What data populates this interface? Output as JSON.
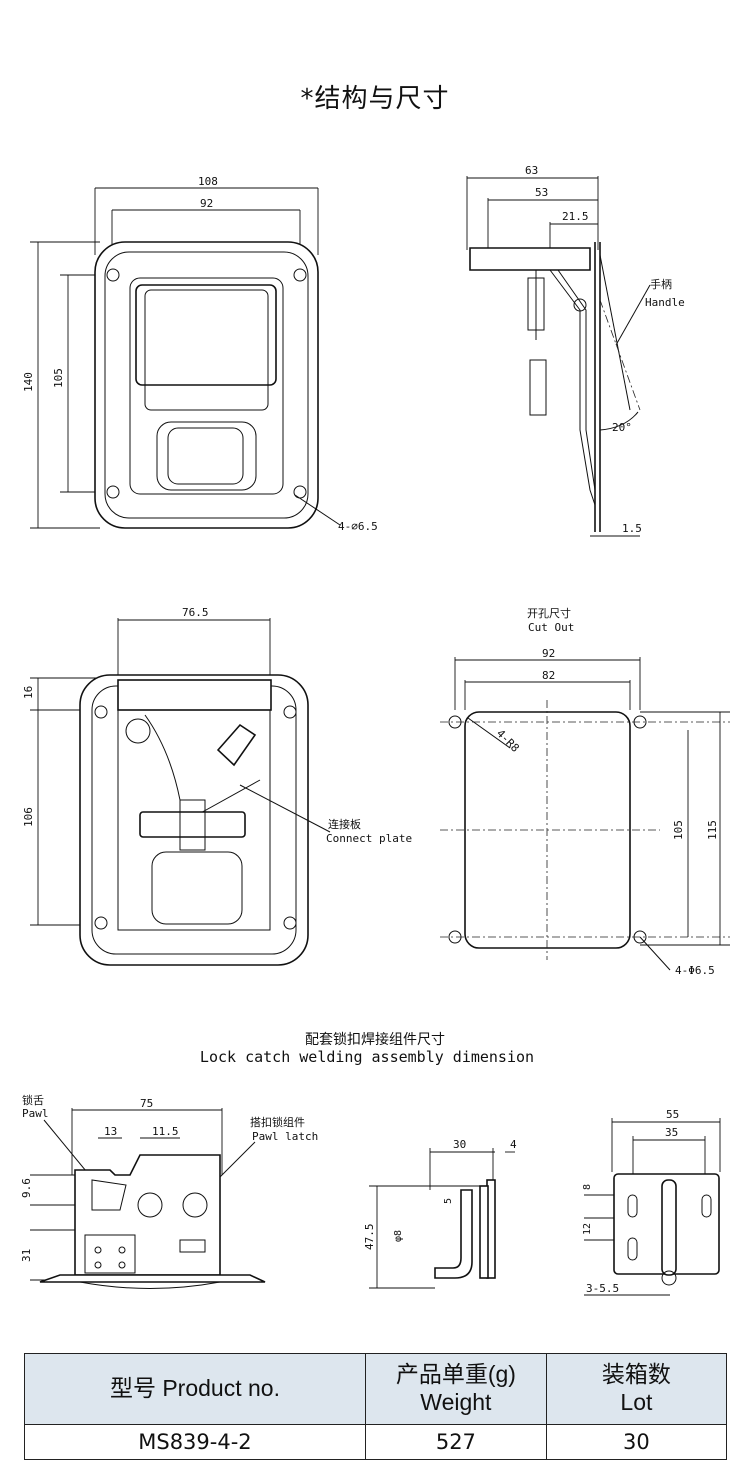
{
  "title": "*结构与尺寸",
  "front_view": {
    "w108": "108",
    "w92": "92",
    "h140": "140",
    "h105": "105",
    "holes": "4-∅6.5"
  },
  "side_view": {
    "w63": "63",
    "w53": "53",
    "w21_5": "21.5",
    "handle_cn": "手柄",
    "handle_en": "Handle",
    "angle": "20°",
    "t1_5": "1.5"
  },
  "back_view": {
    "w76_5": "76.5",
    "h16": "16",
    "h106": "106",
    "plate_cn": "连接板",
    "plate_en": "Connect plate"
  },
  "cutout": {
    "label_cn": "开孔尺寸",
    "label_en": "Cut Out",
    "w92": "92",
    "w82": "82",
    "h105": "105",
    "h115": "115",
    "radius": "4-R8",
    "holes": "4-Φ6.5"
  },
  "catch_section": {
    "title_cn": "配套锁扣焊接组件尺寸",
    "title_en": "Lock catch welding assembly dimension"
  },
  "pawl_view": {
    "pawl_cn": "锁舌",
    "pawl_en": "Pawl",
    "latch_cn": "搭扣锁组件",
    "latch_en": "Pawl latch",
    "w75": "75",
    "w13": "13",
    "w11_5": "11.5",
    "h9_6": "9.6",
    "h31": "31"
  },
  "pin_side": {
    "w30": "30",
    "w4": "4",
    "h5": "5",
    "h47_5": "47.5",
    "d8": "φ8"
  },
  "pin_front": {
    "w55": "55",
    "w35": "35",
    "h8": "8",
    "h12": "12",
    "slots": "3-5.5"
  },
  "table": {
    "headers": [
      {
        "line1": "型号 Product no.",
        "line2": ""
      },
      {
        "line1": "产品单重(g)",
        "line2": "Weight"
      },
      {
        "line1": "装箱数",
        "line2": "Lot"
      }
    ],
    "rows": [
      [
        "MS839-4-2",
        "527",
        "30"
      ]
    ]
  }
}
